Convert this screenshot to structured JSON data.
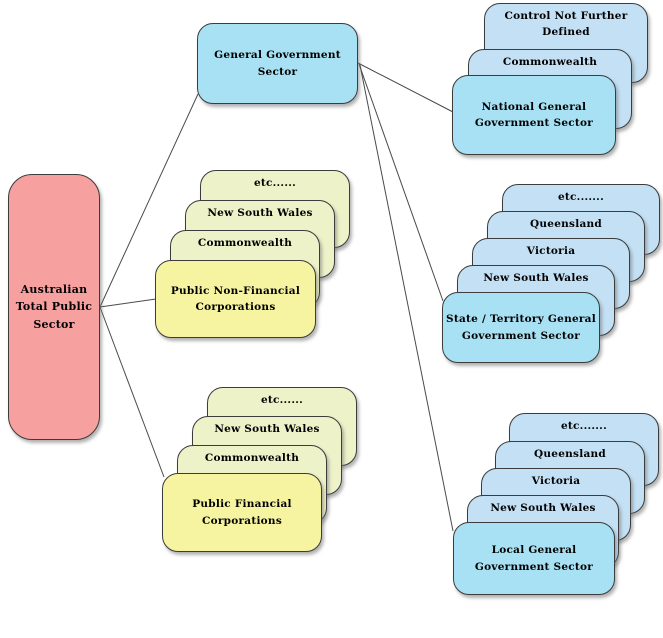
{
  "diagram": {
    "root": {
      "label": "Australian\nTotal Public\nSector"
    },
    "ggs": {
      "label": "General Government\nSector"
    },
    "stacks": {
      "national": {
        "front": "National General\nGovernment Sector",
        "backs": [
          "Commonwealth",
          "Control Not Further\nDefined"
        ]
      },
      "state": {
        "front": "State / Territory General\nGovernment Sector",
        "backs": [
          "New South Wales",
          "Victoria",
          "Queensland",
          "etc......."
        ]
      },
      "local": {
        "front": "Local General\nGovernment Sector",
        "backs": [
          "New South Wales",
          "Victoria",
          "Queensland",
          "etc......."
        ]
      },
      "pnfc": {
        "front": "Public Non-Financial\nCorporations",
        "backs": [
          "Commonwealth",
          "New South Wales",
          "etc......"
        ]
      },
      "pfc": {
        "front": "Public Financial\nCorporations",
        "backs": [
          "Commonwealth",
          "New South Wales",
          "etc......"
        ]
      }
    },
    "colors": {
      "background": "#ffffff",
      "root_fill": "#f7a0a0",
      "blue_front": "#a7e1f3",
      "blue_back": "#c3e0f5",
      "yellow_front": "#f6f4a0",
      "yellow_back": "#eef2c8",
      "border": "#3c3c3c",
      "connector": "#4a4a4a"
    }
  }
}
